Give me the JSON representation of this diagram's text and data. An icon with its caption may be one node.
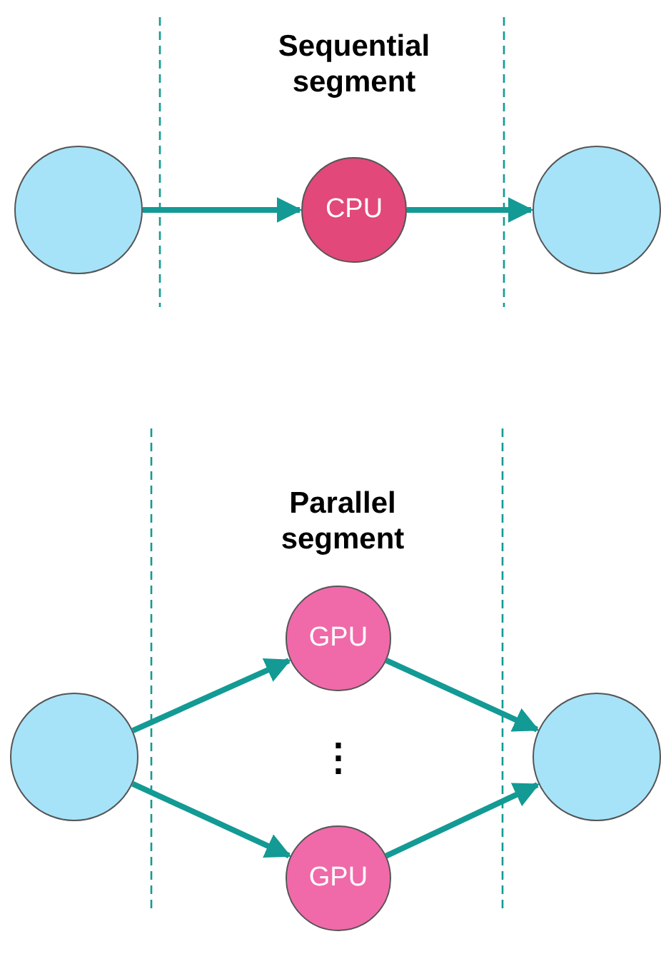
{
  "diagram": {
    "nodes": [
      {
        "text": [],
        "shape": "circle"
      },
      {
        "text": [
          "CPU"
        ]
      },
      {
        "text": [],
        "shape": "circle"
      },
      {
        "text": [],
        "shape": "circle"
      },
      {
        "text": [
          "GPU"
        ]
      },
      {
        "text": [
          "GPU"
        ]
      },
      {
        "text": [],
        "shape": "circle"
      }
    ],
    "edges": [
      {
        "from": 0,
        "to": 1,
        "arrow": "to"
      },
      {
        "from": 1,
        "to": 2,
        "arrow": "to"
      },
      {
        "from": 3,
        "to": 4,
        "arrow": "to"
      },
      {
        "from": 3,
        "to": 5,
        "arrow": "to"
      },
      {
        "from": 4,
        "to": 6,
        "arrow": "to"
      },
      {
        "from": 5,
        "to": 6,
        "arrow": "to"
      }
    ],
    "labels": [
      "Sequential segment",
      "Parallel segment",
      "⋮"
    ]
  }
}
